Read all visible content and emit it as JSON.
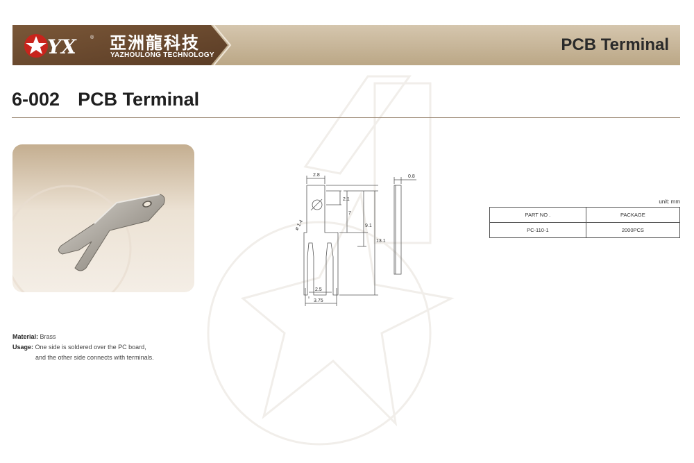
{
  "header": {
    "logo_mark": "YX",
    "logo_cn": "亞洲龍科技",
    "logo_en": "YAZHOULONG TECHNOLOGY",
    "title": "PCB Terminal"
  },
  "page": {
    "code": "6-002",
    "title": "PCB Terminal"
  },
  "material": {
    "label": "Material:",
    "value": "Brass"
  },
  "usage": {
    "label": "Usage:",
    "line1": "One side is soldered over the PC board,",
    "line2": "and the other side connects with terminals."
  },
  "drawing": {
    "dims": {
      "top_width": "2.8",
      "hole_dia": "ø 1.4",
      "hole_offset": "2.1",
      "body_len": "7",
      "mid_len": "9.1",
      "total_len": "13.1",
      "gap": "2.5",
      "bottom_width": "3.75",
      "thickness": "0.8"
    }
  },
  "table": {
    "unit": "unit: mm",
    "headers": [
      "PART NO .",
      "PACKAGE"
    ],
    "rows": [
      [
        "PC-110-1",
        "2000PCS"
      ]
    ]
  },
  "colors": {
    "header_dark": "#6a4a30",
    "header_light": "#c9b89e",
    "accent_red": "#c8241c",
    "rule": "#9a8672"
  }
}
